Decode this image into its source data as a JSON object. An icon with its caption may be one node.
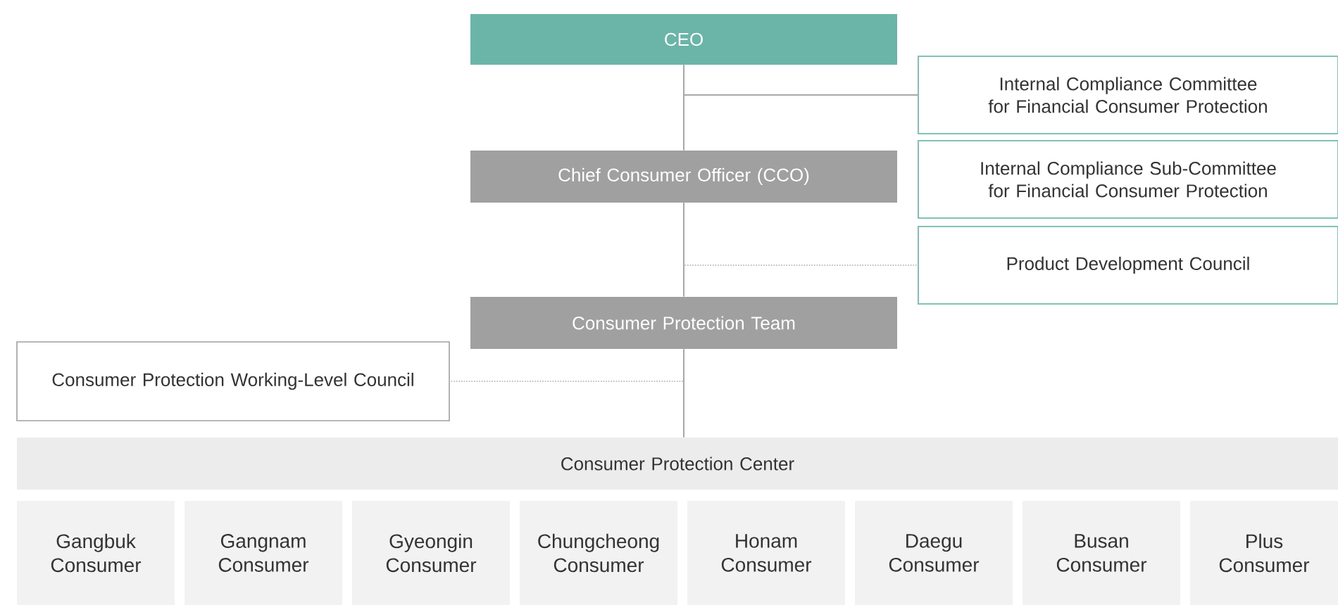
{
  "diagram": {
    "nodes": [
      {
        "text": [
          "CEO"
        ]
      },
      {
        "text": [
          "Internal Compliance Committee for Financial Consumer Protection"
        ]
      },
      {
        "text": [
          "Chief Consumer Officer (CCO)"
        ]
      },
      {
        "text": [
          "Internal Compliance Sub-Committee for Financial Consumer Protection"
        ]
      },
      {
        "text": [
          "Product Development Council"
        ]
      },
      {
        "text": [
          "Consumer Protection Team"
        ]
      },
      {
        "text": [
          "Consumer Protection Working-Level Council"
        ]
      },
      {
        "text": [
          "Consumer Protection Center"
        ]
      },
      {
        "text": [
          "Gangbuk Consumer"
        ]
      },
      {
        "text": [
          "Gangnam Consumer"
        ]
      },
      {
        "text": [
          "Gyeongin Consumer"
        ]
      },
      {
        "text": [
          "Chungcheong Consumer"
        ]
      },
      {
        "text": [
          "Honam Consumer"
        ]
      },
      {
        "text": [
          "Daegu Consumer"
        ]
      },
      {
        "text": [
          "Busan Consumer"
        ]
      },
      {
        "text": [
          "Plus Consumer"
        ]
      }
    ],
    "edges": [
      {
        "from": 0,
        "to": 2,
        "arrow": "none"
      },
      {
        "from": 2,
        "to": 5,
        "arrow": "none"
      },
      {
        "from": 5,
        "to": 7,
        "arrow": "none"
      },
      {
        "from": 0,
        "to": 1,
        "arrow": "none"
      },
      {
        "from": 2,
        "to": 4,
        "arrow": "none",
        "style": "dashed"
      },
      {
        "from": 5,
        "to": 6,
        "arrow": "none",
        "style": "dashed"
      }
    ]
  }
}
